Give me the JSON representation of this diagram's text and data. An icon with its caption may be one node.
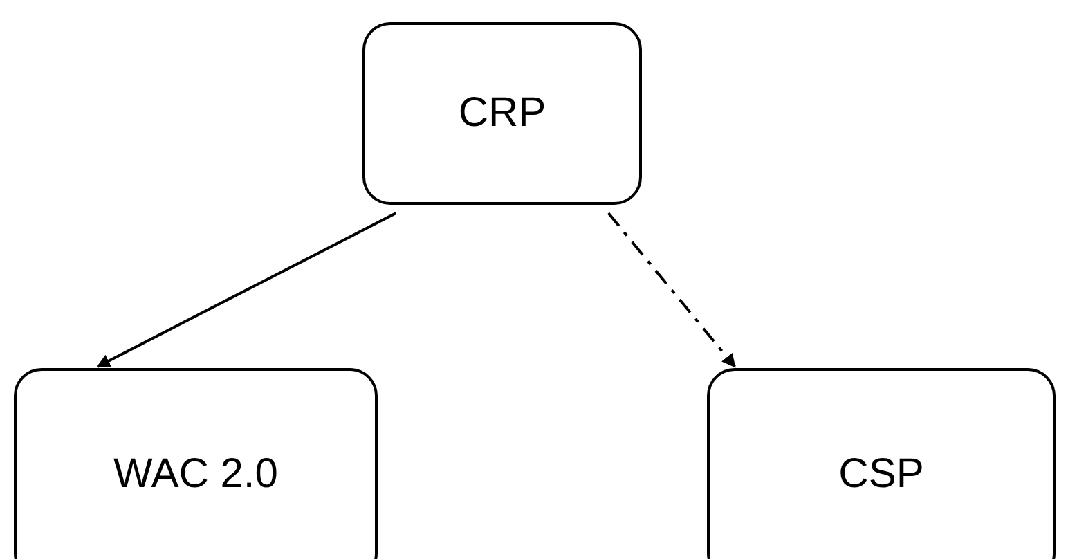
{
  "diagram": {
    "nodes": [
      {
        "text": [
          "CRP"
        ]
      },
      {
        "text": [
          "WAC 2.0"
        ]
      },
      {
        "text": [
          "CSP"
        ]
      }
    ],
    "edges": [
      {
        "from": 0,
        "to": 1,
        "arrow": "to"
      },
      {
        "from": 0,
        "to": 2,
        "arrow": "to",
        "style": "dashed"
      }
    ]
  }
}
